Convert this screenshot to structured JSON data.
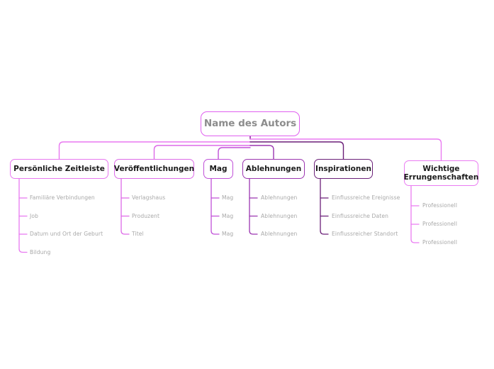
{
  "diagram": {
    "type": "mindmap",
    "title": "Name des Autors",
    "orientation": "top-down",
    "colors": {
      "root_border": "#e060f0",
      "branch_border_light": "#d86ae8",
      "branch_border_dark": "#6b1f78",
      "root_text": "#8c8c8c",
      "branch_text": "#1a1a1a",
      "leaf_text": "#a8a8a8",
      "background": "#ffffff"
    },
    "root": {
      "label": "Name des Autors"
    },
    "branches": [
      {
        "label": "Persönliche Zeitleiste",
        "accent": "#e878f0",
        "children": [
          "Familiäre Verbindungen",
          "Job",
          "Datum und Ort der Geburt",
          "Bildung"
        ]
      },
      {
        "label": "Veröffentlichungen",
        "accent": "#dd6ae8",
        "children": [
          "Verlagshaus",
          "Produzent",
          "Titel"
        ]
      },
      {
        "label": "Mag",
        "accent": "#c050d8",
        "children": [
          "Mag",
          "Mag",
          "Mag"
        ]
      },
      {
        "label": "Ablehnungen",
        "accent": "#9b35b0",
        "children": [
          "Ablehnungen",
          "Ablehnungen",
          "Ablehnungen"
        ]
      },
      {
        "label": "Inspirationen",
        "accent": "#6b1f78",
        "children": [
          "Einflussreiche Ereignisse",
          "Einflussreiche Daten",
          "Einflussreicher Standort"
        ]
      },
      {
        "label": "Wichtige Errungenschaften",
        "accent": "#ea7cf2",
        "children": [
          "Professionell",
          "Professionell",
          "Professionell"
        ]
      }
    ]
  }
}
